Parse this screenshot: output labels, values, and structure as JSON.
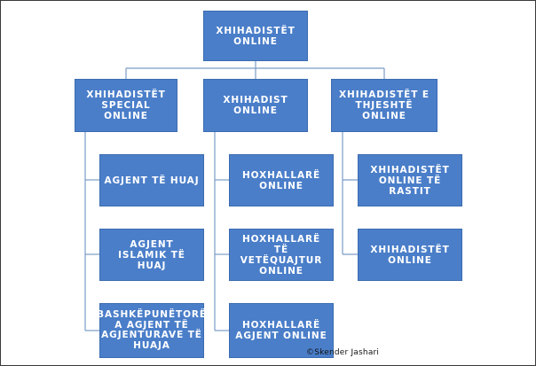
{
  "root": {
    "label": "XHIHADISTËT ONLINE"
  },
  "branches": [
    {
      "label": "XHIHADISTËT SPECIAL ONLINE",
      "children": [
        "AGJENT TË HUAJ",
        "AGJENT ISLAMIK TË HUAJ",
        "BASHKËPUNËTORË A AGJENT TË AGJENTURAVE TË HUAJA"
      ]
    },
    {
      "label": "XHIHADIST ONLINE",
      "children": [
        "HOXHALLARË ONLINE",
        "HOXHALLARË TË VETËQUAJTUR ONLINE",
        "HOXHALLARË AGJENT ONLINE"
      ]
    },
    {
      "label": "XHIHADISTËT E THJESHTË ONLINE",
      "children": [
        "XHIHADISTËT ONLINE TË RASTIT",
        "XHIHADISTËT ONLINE"
      ]
    }
  ],
  "credit": "©Skender Jashari",
  "colors": {
    "node_fill": "#4a7ec9",
    "node_text": "#ffffff",
    "connector": "#7a9cc6"
  }
}
